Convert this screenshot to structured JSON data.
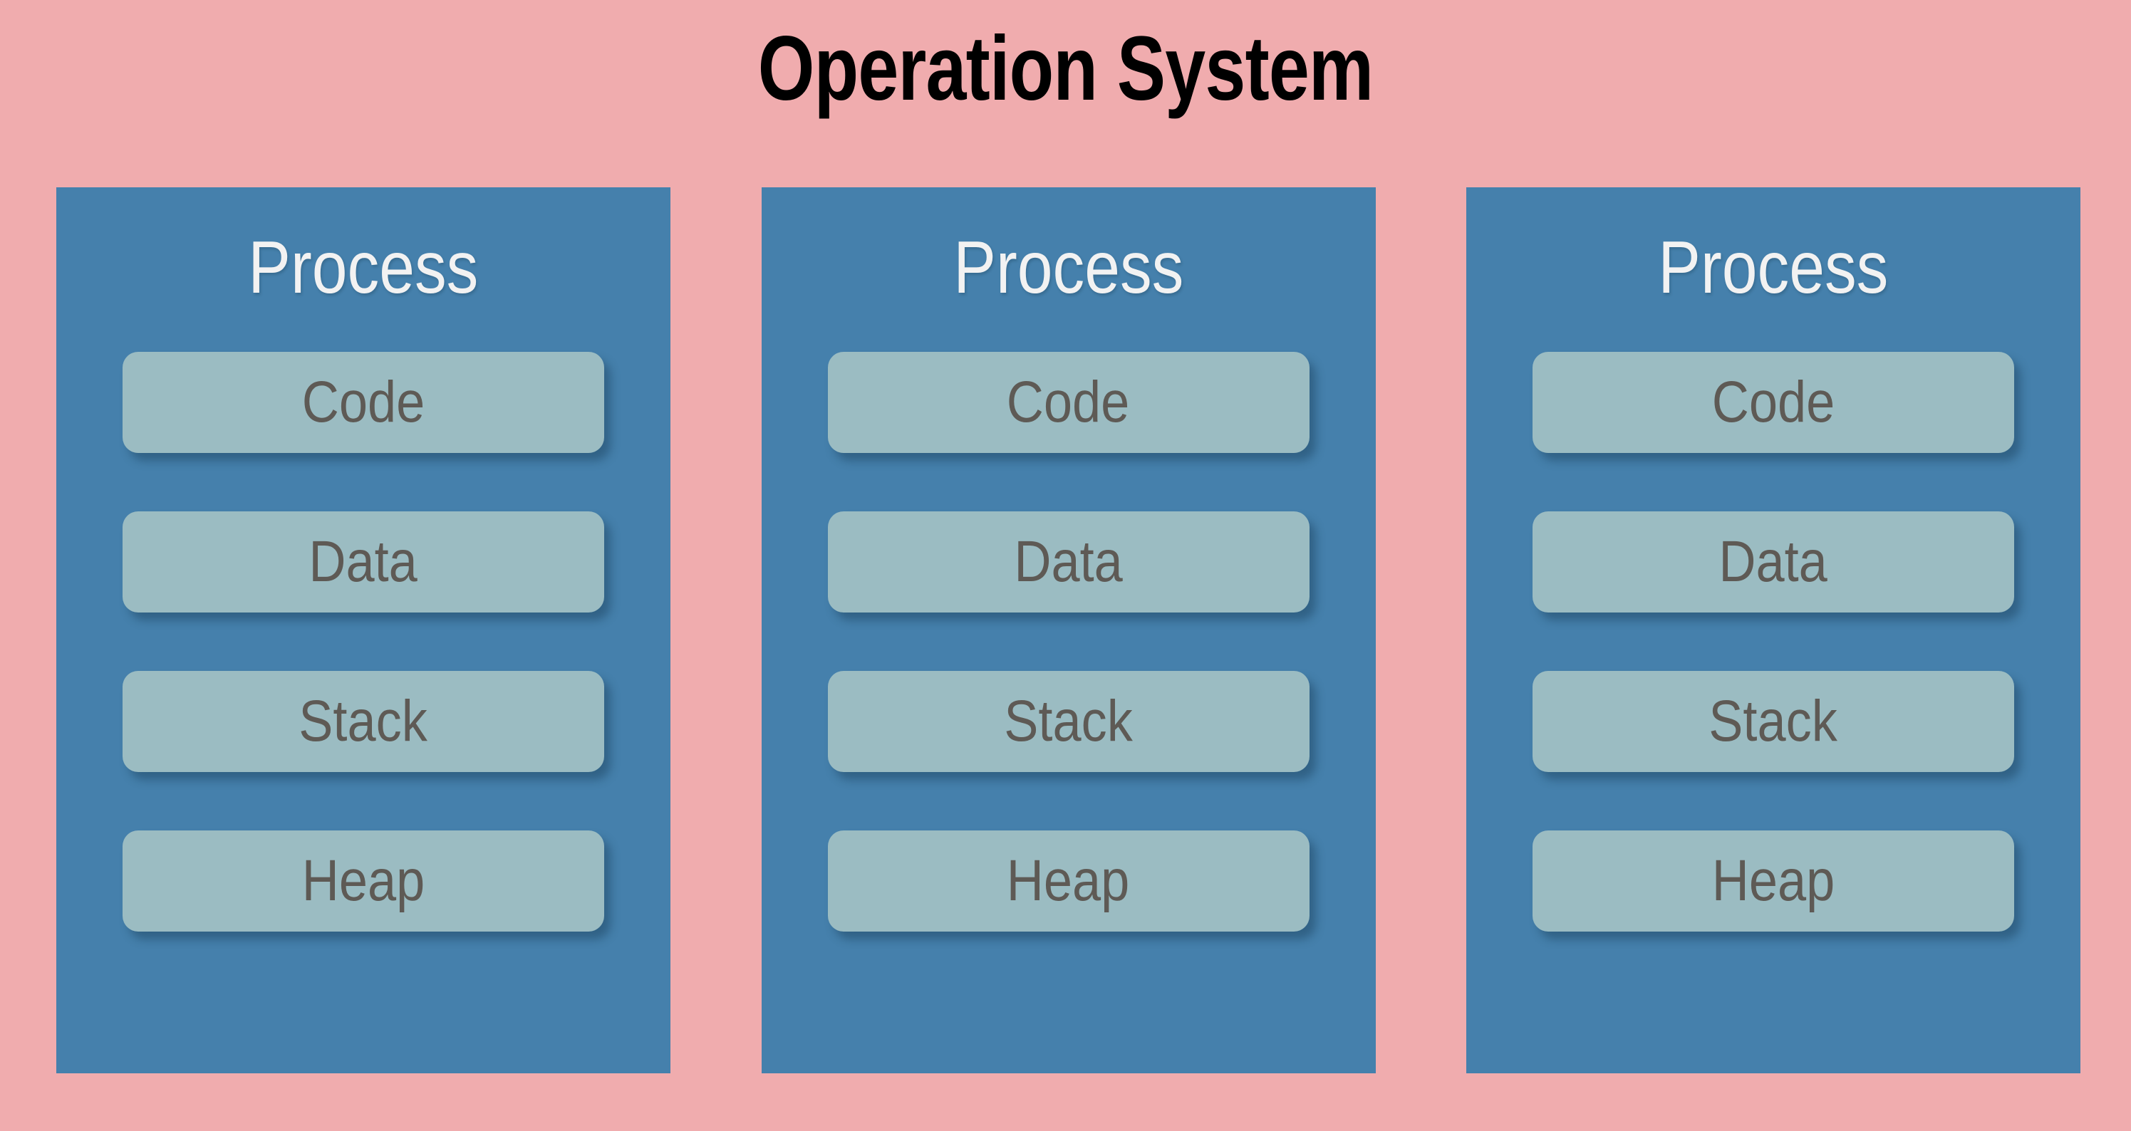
{
  "diagram": {
    "title": "Operation System",
    "background_color": "#f0acae",
    "process_color": "#4580ac",
    "segment_color": "#9bbcc2",
    "title_color": "#000000",
    "process_label_color": "#f2f2f2",
    "segment_label_color": "#5e5a55",
    "processes": [
      {
        "label": "Process",
        "segments": [
          {
            "label": "Code"
          },
          {
            "label": "Data"
          },
          {
            "label": "Stack"
          },
          {
            "label": "Heap"
          }
        ]
      },
      {
        "label": "Process",
        "segments": [
          {
            "label": "Code"
          },
          {
            "label": "Data"
          },
          {
            "label": "Stack"
          },
          {
            "label": "Heap"
          }
        ]
      },
      {
        "label": "Process",
        "segments": [
          {
            "label": "Code"
          },
          {
            "label": "Data"
          },
          {
            "label": "Stack"
          },
          {
            "label": "Heap"
          }
        ]
      }
    ]
  }
}
